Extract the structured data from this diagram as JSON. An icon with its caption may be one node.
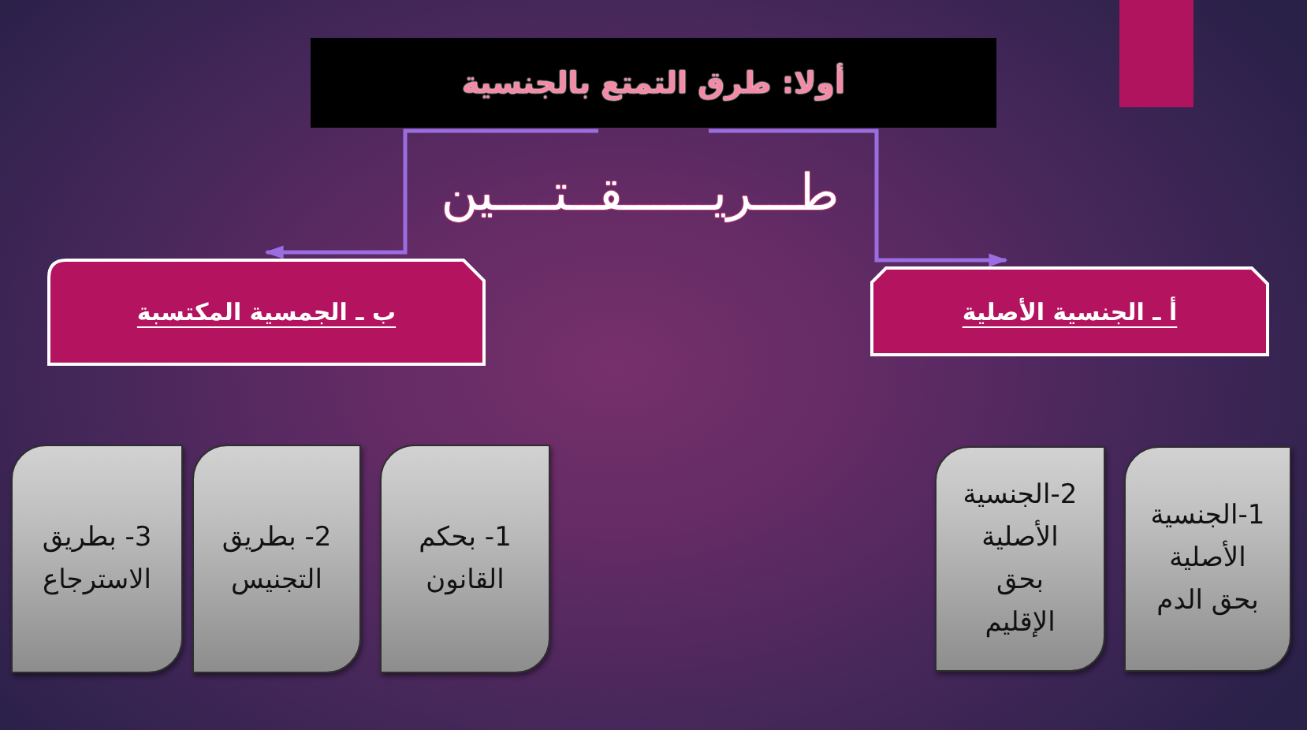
{
  "diagram": {
    "nodes": [
      {
        "text": [
          "أولا: طرق التمتع بالجنسية"
        ]
      },
      {
        "text": [
          "أ ـ الجنسية الأصلية"
        ]
      },
      {
        "text": [
          "ب ـ الجمسية المكتسبة"
        ]
      },
      {
        "text": [
          "1-الجنسية الأصلية بحق الدم"
        ]
      },
      {
        "text": [
          "2-الجنسية الأصلية بحق الإقليم"
        ]
      },
      {
        "text": [
          "1- بحكم القانون"
        ]
      },
      {
        "text": [
          "2- بطريق التجنيس"
        ]
      },
      {
        "text": [
          "3- بطريق الاسترجاع"
        ]
      }
    ],
    "edges": [
      {
        "from": 0,
        "to": 1,
        "arrow": "to"
      },
      {
        "from": 0,
        "to": 2,
        "arrow": "to"
      }
    ],
    "labels": [
      "طـــريــــــقــتــــين"
    ]
  }
}
